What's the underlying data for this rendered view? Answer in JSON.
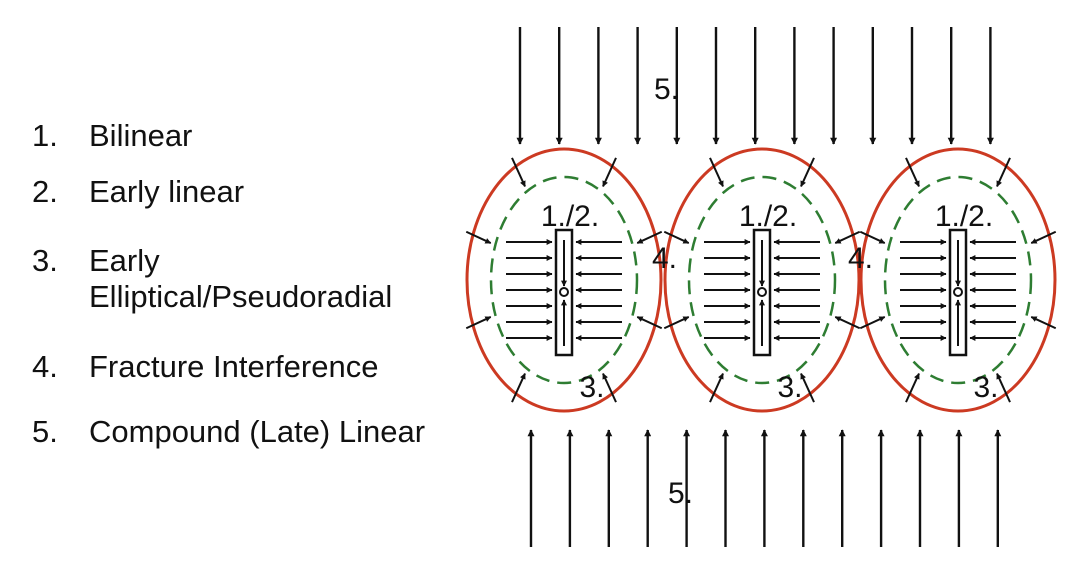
{
  "legend": [
    {
      "number": "1.",
      "lines": [
        "Bilinear"
      ]
    },
    {
      "number": "2.",
      "lines": [
        "Early linear"
      ]
    },
    {
      "number": "3.",
      "lines": [
        "Early",
        "Elliptical/Pseudoradial"
      ]
    },
    {
      "number": "4.",
      "lines": [
        "Fracture Interference"
      ]
    },
    {
      "number": "5.",
      "lines": [
        "Compound (Late) Linear"
      ]
    }
  ],
  "diagram": {
    "labels": {
      "compound_linear": "5.",
      "bilinear_early_linear": "1./2.",
      "pseudoradial": "3.",
      "interference": "4."
    },
    "fracture_count": 3,
    "colors": {
      "outer_ellipse": "#cc3a22",
      "inner_ellipse": "#2e7d32",
      "arrows": "#111111",
      "fracture": "#111111"
    }
  }
}
